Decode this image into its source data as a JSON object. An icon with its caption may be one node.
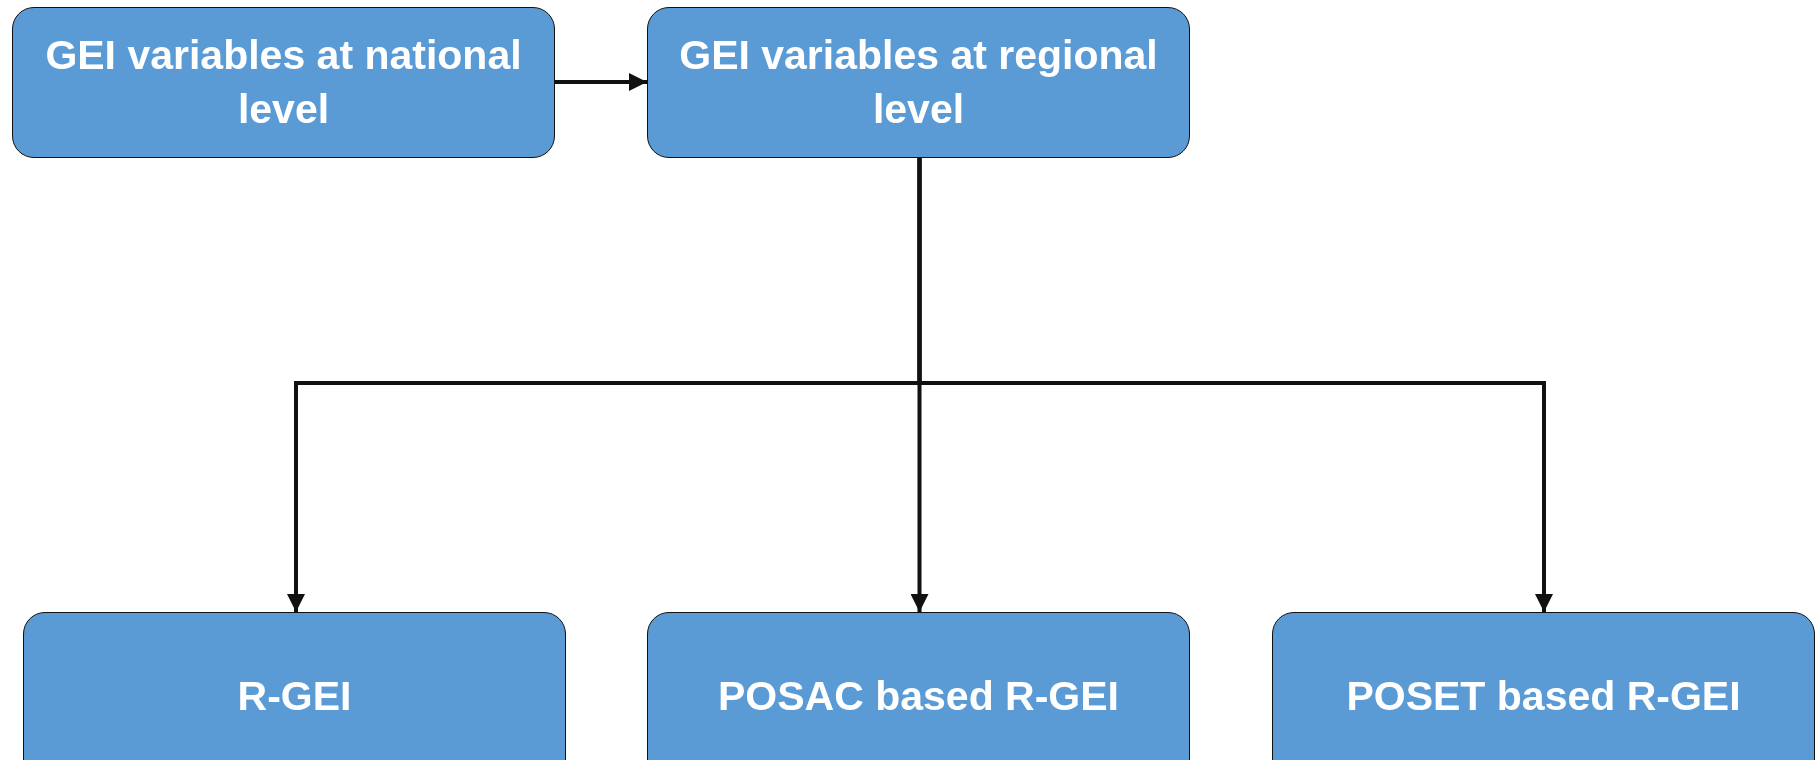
{
  "diagram": {
    "nodes": [
      {
        "text": [
          "GEI variables at national level"
        ]
      },
      {
        "text": [
          "GEI variables at regional level"
        ]
      },
      {
        "text": [
          "R-GEI"
        ]
      },
      {
        "text": [
          "POSAC based R-GEI"
        ]
      },
      {
        "text": [
          "POSET based R-GEI"
        ]
      }
    ],
    "edges": [
      {
        "from": 0,
        "to": 1,
        "arrow": "to"
      },
      {
        "from": 1,
        "to": 2,
        "arrow": "to"
      },
      {
        "from": 1,
        "to": 3,
        "arrow": "to"
      },
      {
        "from": 1,
        "to": 4,
        "arrow": "to"
      }
    ]
  }
}
